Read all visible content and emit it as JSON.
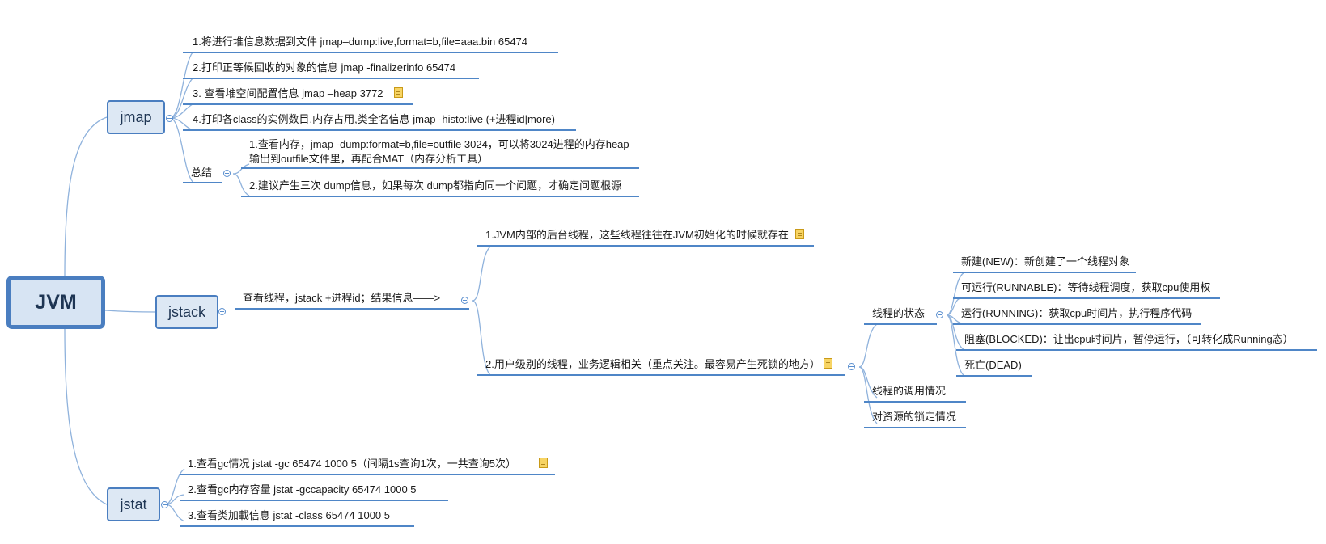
{
  "root": {
    "label": "JVM"
  },
  "jmap": {
    "label": "jmap",
    "items": [
      "1.将进行堆信息数据到文件  jmap–dump:live,format=b,file=aaa.bin 65474",
      "2.打印正等候回收的对象的信息 jmap -finalizerinfo  65474",
      "3. 查看堆空间配置信息 jmap –heap 3772",
      "4.打印各class的实例数目,内存占用,类全名信息 jmap -histo:live  (+进程id|more)"
    ],
    "summary": {
      "label": "总结",
      "items": [
        "1.查看内存，jmap -dump:format=b,file=outfile 3024，可以将3024进程的内存heap输出到outfile文件里，再配合MAT（内存分析工具）",
        "2.建议产生三次 dump信息，如果每次 dump都指向同一个问题，才确定问题根源"
      ]
    }
  },
  "jstack": {
    "label": "jstack",
    "command": "查看线程，jstack +进程id；结果信息——>",
    "threads": [
      "1.JVM内部的后台线程，这些线程往往在JVM初始化的时候就存在",
      "2.用户级别的线程，业务逻辑相关（重点关注。最容易产生死锁的地方）"
    ],
    "details": {
      "state_label": "线程的状态",
      "states": [
        "新建(NEW)：新创建了一个线程对象",
        "可运行(RUNNABLE)：等待线程调度，获取cpu使用权",
        "运行(RUNNING)：获取cpu时间片，执行程序代码",
        "阻塞(BLOCKED)：让出cpu时间片，暂停运行，（可转化成Running态）",
        "死亡(DEAD)"
      ],
      "call": "线程的调用情况",
      "lock": "对资源的锁定情况"
    }
  },
  "jstat": {
    "label": "jstat",
    "items": [
      "1.查看gc情况 jstat -gc 65474 1000 5（间隔1s查询1次，一共查询5次）",
      "2.查看gc内存容量 jstat -gccapacity  65474 1000 5",
      "3.查看类加載信息  jstat -class 65474 1000 5"
    ]
  },
  "colors": {
    "line": "#4f86c7",
    "box_fill": "#dde8f4",
    "box_border": "#4a7ec0",
    "note": "#f7d464"
  },
  "icons": [
    "collapse-icon",
    "note-icon"
  ]
}
